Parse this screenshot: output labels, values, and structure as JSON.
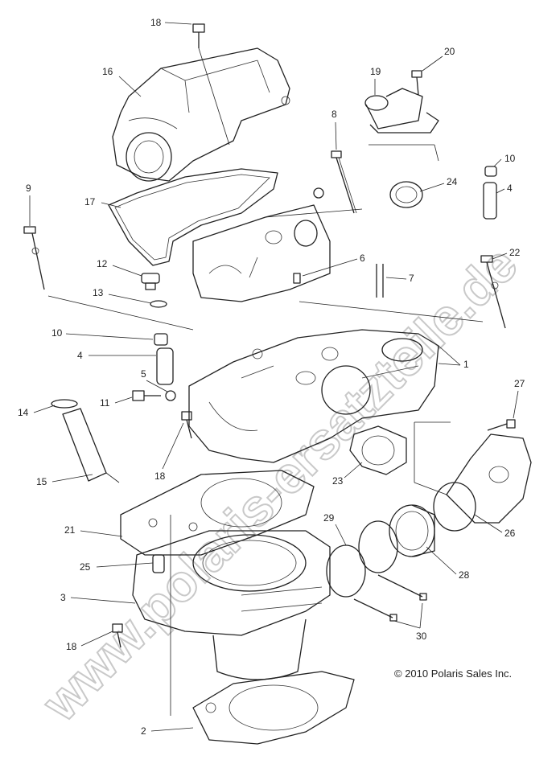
{
  "diagram": {
    "watermark": "www.polaris-ersatzteile.de",
    "copyright": "© 2010 Polaris Sales Inc.",
    "callouts": [
      {
        "id": "c18a",
        "label": "18"
      },
      {
        "id": "c16",
        "label": "16"
      },
      {
        "id": "c19",
        "label": "19"
      },
      {
        "id": "c20",
        "label": "20"
      },
      {
        "id": "c8",
        "label": "8"
      },
      {
        "id": "c10a",
        "label": "10"
      },
      {
        "id": "c4a",
        "label": "4"
      },
      {
        "id": "c24",
        "label": "24"
      },
      {
        "id": "c9",
        "label": "9"
      },
      {
        "id": "c17",
        "label": "17"
      },
      {
        "id": "c22",
        "label": "22"
      },
      {
        "id": "c6",
        "label": "6"
      },
      {
        "id": "c12",
        "label": "12"
      },
      {
        "id": "c7",
        "label": "7"
      },
      {
        "id": "c13",
        "label": "13"
      },
      {
        "id": "c10b",
        "label": "10"
      },
      {
        "id": "c4b",
        "label": "4"
      },
      {
        "id": "c1",
        "label": "1"
      },
      {
        "id": "c5",
        "label": "5"
      },
      {
        "id": "c11",
        "label": "11"
      },
      {
        "id": "c27",
        "label": "27"
      },
      {
        "id": "c14",
        "label": "14"
      },
      {
        "id": "c18b",
        "label": "18"
      },
      {
        "id": "c23",
        "label": "23"
      },
      {
        "id": "c15",
        "label": "15"
      },
      {
        "id": "c21",
        "label": "21"
      },
      {
        "id": "c29",
        "label": "29"
      },
      {
        "id": "c26",
        "label": "26"
      },
      {
        "id": "c25",
        "label": "25"
      },
      {
        "id": "c28",
        "label": "28"
      },
      {
        "id": "c3",
        "label": "3"
      },
      {
        "id": "c30",
        "label": "30"
      },
      {
        "id": "c18c",
        "label": "18"
      },
      {
        "id": "c2",
        "label": "2"
      }
    ]
  }
}
